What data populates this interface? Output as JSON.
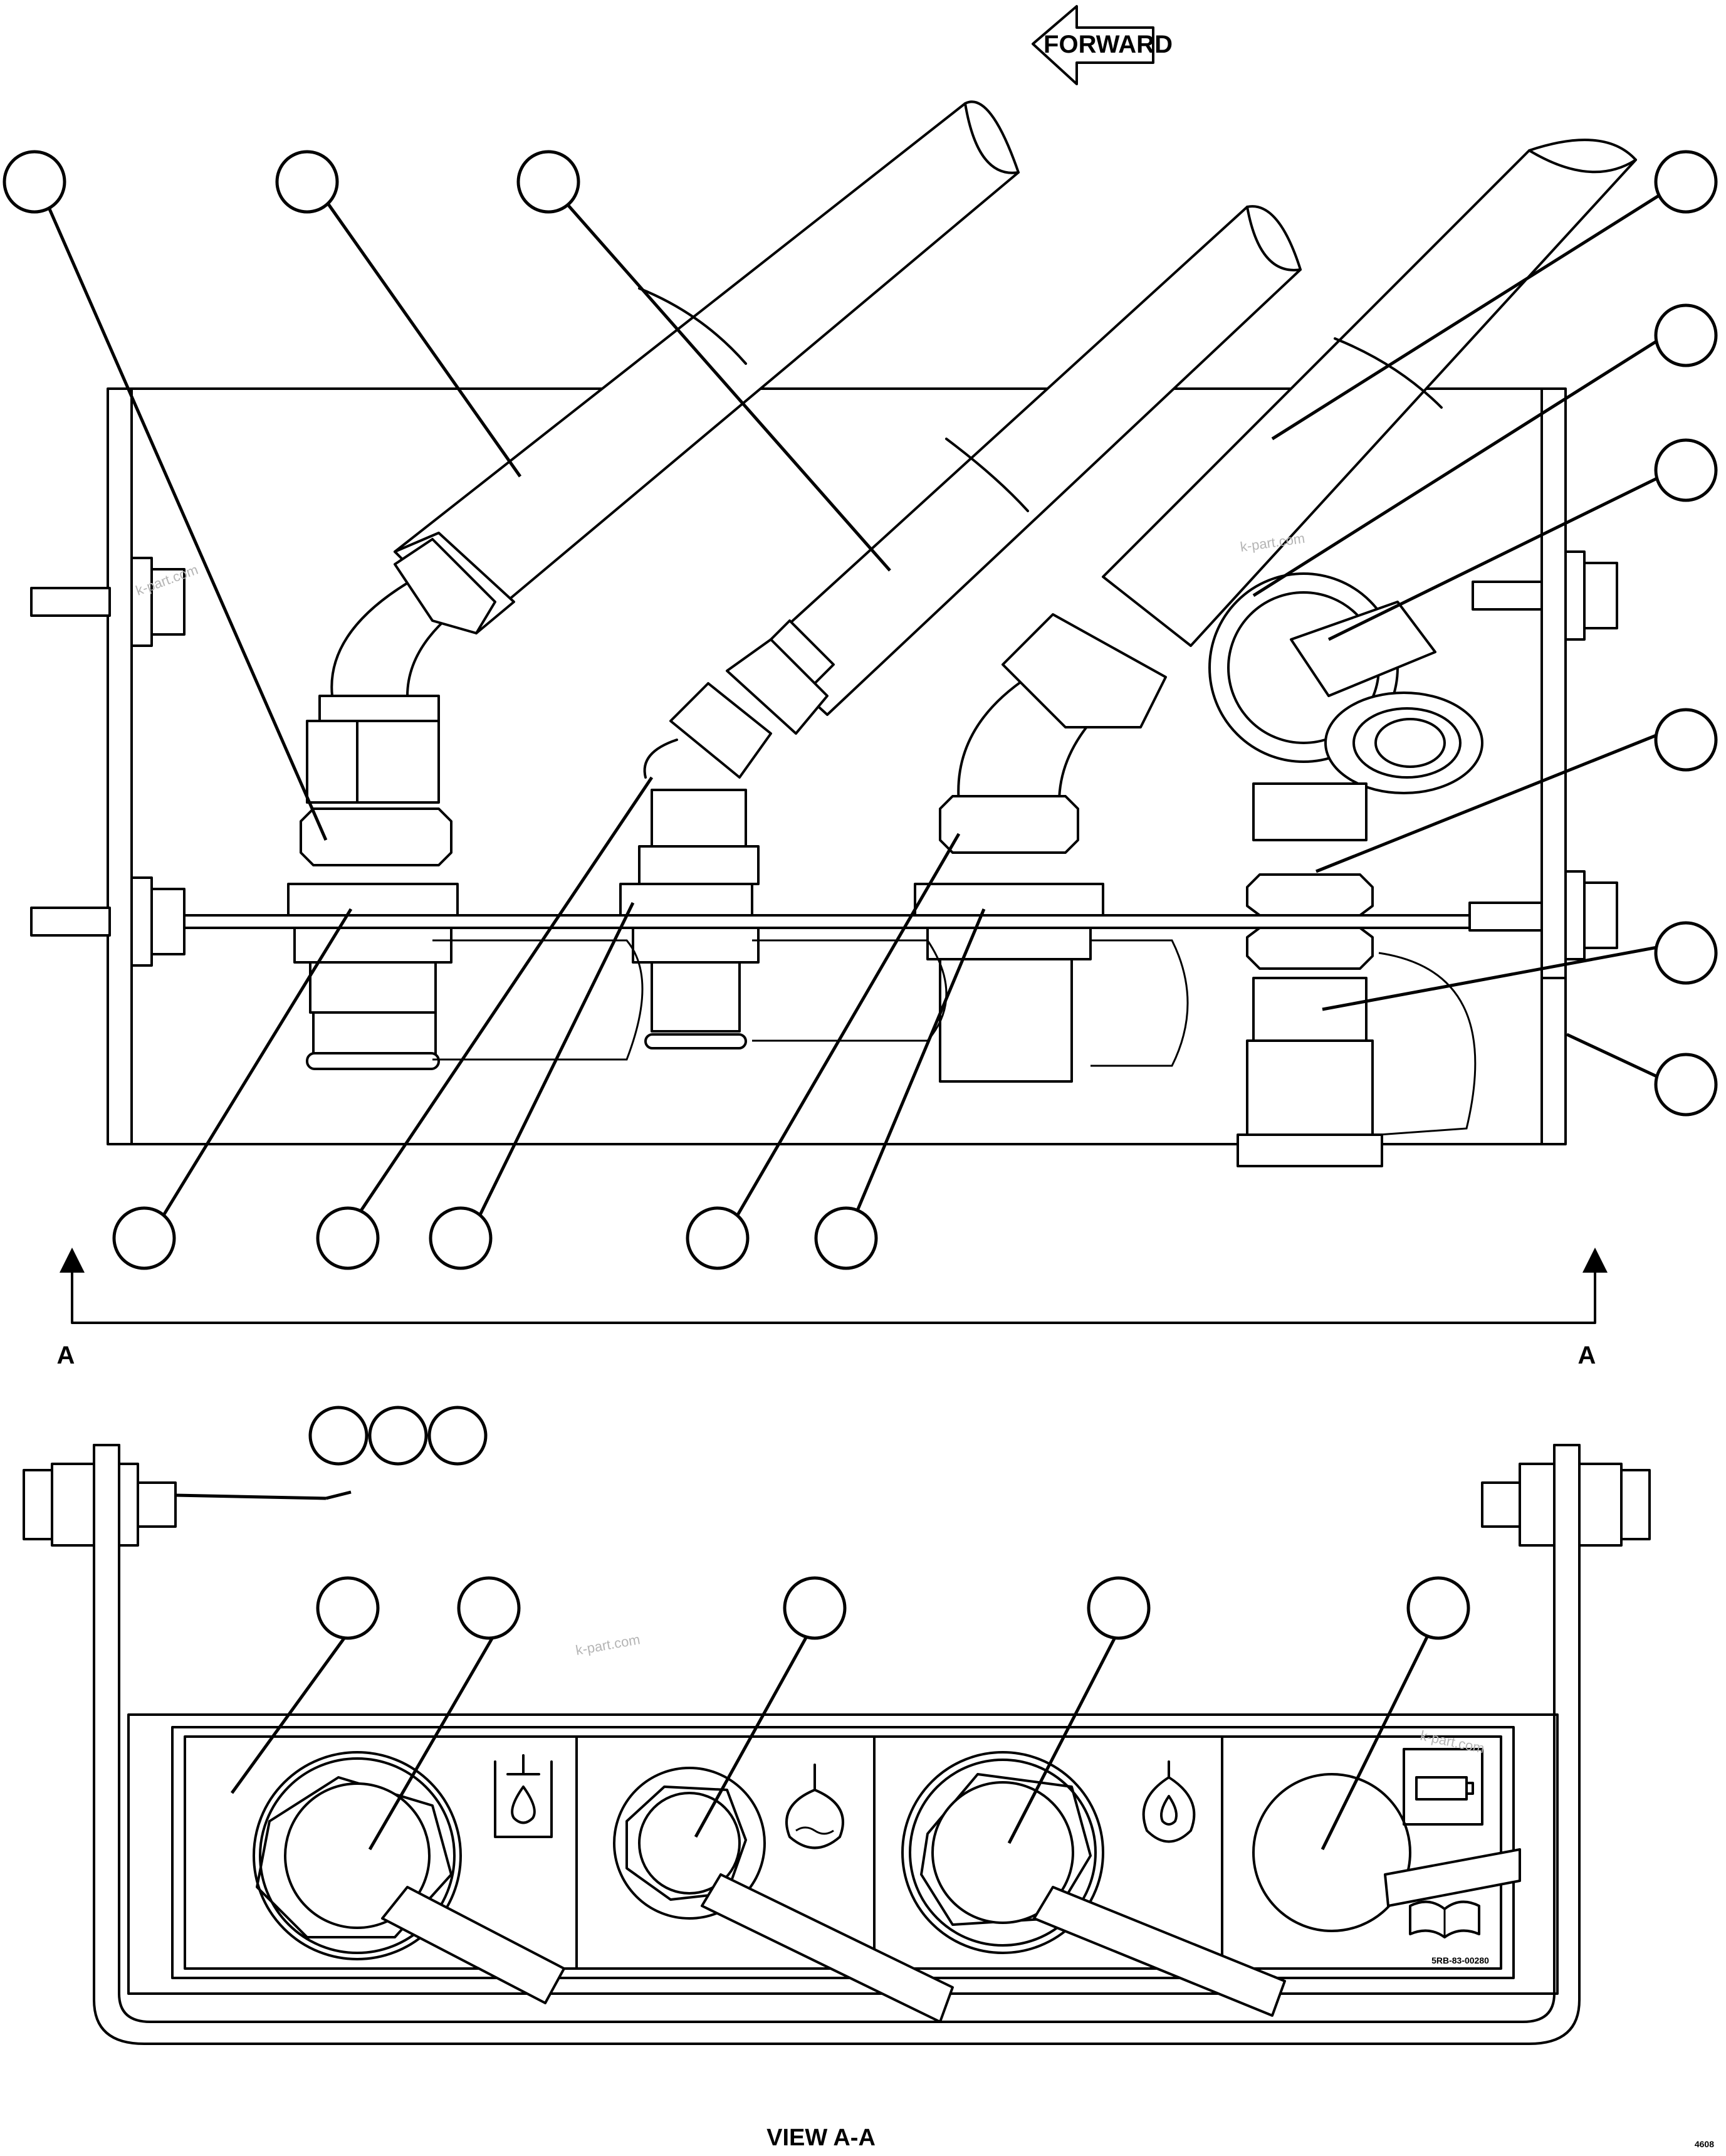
{
  "labels": {
    "forward": "FORWARD",
    "section_left": "A",
    "section_right": "A",
    "view_title": "VIEW A-A",
    "plate_code": "5RB-83-00280",
    "doc_number": "4608"
  },
  "watermarks": [
    "k-part.com",
    "k-part.com",
    "k-part.com",
    "k-part.com"
  ],
  "icons": {
    "panel_1": "fuel-tank-drain-icon",
    "panel_2": "coolant-drain-icon",
    "panel_3": "engine-oil-drain-icon",
    "panel_4": "battery-icon",
    "panel_4_secondary": "operator-manual-icon"
  }
}
